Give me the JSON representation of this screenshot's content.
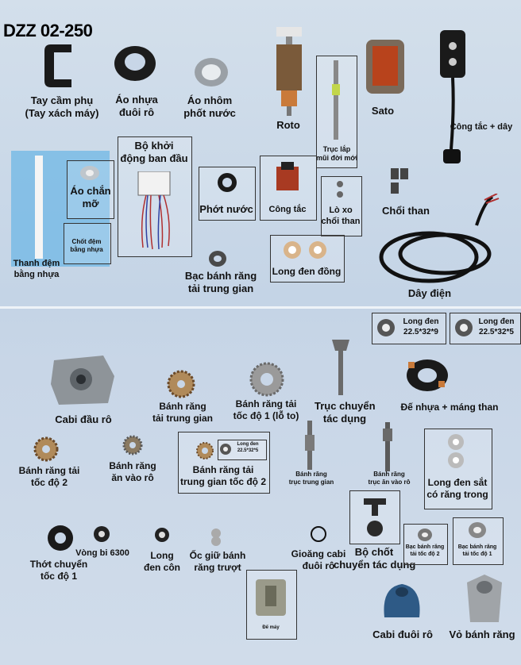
{
  "title": "DZZ 02-250",
  "parts": {
    "tay_cam": [
      "Tay cầm phụ",
      "(Tay xách máy)"
    ],
    "ao_nhua": [
      "Áo nhựa",
      "đuôi rô"
    ],
    "ao_nhom": [
      "Áo nhôm",
      "phốt nước"
    ],
    "roto": "Roto",
    "truc_lap": [
      "Trục lắp",
      "mũi đời mới"
    ],
    "sato": "Sato",
    "cong_tac_day": "Công tắc + dây",
    "bo_khoi_dong": [
      "Bộ khởi",
      "động ban đầu"
    ],
    "ao_chan_mo": [
      "Áo chắn",
      "mỡ"
    ],
    "chot_dem": [
      "Chốt đệm",
      "bằng nhựa"
    ],
    "thanh_dem": [
      "Thanh đệm",
      "bằng nhựa"
    ],
    "phot_nuoc": "Phớt nước",
    "cong_tac": "Công tắc",
    "lo_xo": [
      "Lò xo",
      "chổi than"
    ],
    "choi_than": "Chổi than",
    "long_den_dong": "Long đen đồng",
    "bac_banh_rang": [
      "Bạc bánh răng",
      "tải trung gian"
    ],
    "day_dien": "Dây điện",
    "long_den_9": [
      "Long đen",
      "22.5*32*9"
    ],
    "long_den_5": [
      "Long đen",
      "22.5*32*5"
    ],
    "cabi_dau_ro": "Cabi đầu rô",
    "banh_rang_tai_tg": [
      "Bánh răng",
      "tải trung gian"
    ],
    "banh_rang_tai_1": [
      "Bánh răng tải",
      "tốc độ 1 (lỗ to)"
    ],
    "truc_chuyen": [
      "Trục chuyển",
      "tác dụng"
    ],
    "de_nhua": "Đế nhựa + máng than",
    "banh_rang_tai_2": [
      "Bánh răng tải",
      "tốc độ 2"
    ],
    "banh_rang_an": [
      "Bánh răng",
      "ăn vào rô"
    ],
    "long_den_small": [
      "Long đen",
      "22.5*32*5"
    ],
    "banh_rang_tg_2": [
      "Bánh răng tải",
      "trung gian tốc độ 2"
    ],
    "banh_rang_truc_tg": [
      "Bánh răng",
      "trục trung gian"
    ],
    "banh_rang_truc_an": [
      "Bánh răng",
      "trục ăn vào rô"
    ],
    "long_den_sat": [
      "Long đen sắt",
      "có răng trong"
    ],
    "thot_chuyen": [
      "Thớt chuyển",
      "tốc độ 1"
    ],
    "vong_bi": "Vòng bi 6300",
    "long_den_con": [
      "Long",
      "đen côn"
    ],
    "oc_giu": [
      "Ốc giữ bánh",
      "răng trượt"
    ],
    "gioang": [
      "Gioăng cabi",
      "đuôi rô"
    ],
    "bo_chot": [
      "Bộ chốt",
      "chuyển tác dụng"
    ],
    "bac_2": [
      "Bạc bánh răng",
      "tải tốc độ 2"
    ],
    "bac_1": [
      "Bạc bánh răng",
      "tải tốc độ 1"
    ],
    "de_may": "Đế máy",
    "cabi_duoi_ro": "Cabi đuôi rô",
    "vo_banh_rang": "Vỏ bánh răng"
  },
  "colors": {
    "background": "#c9d8e8",
    "accent_blue": "#6fb7e6",
    "text": "#111111"
  }
}
